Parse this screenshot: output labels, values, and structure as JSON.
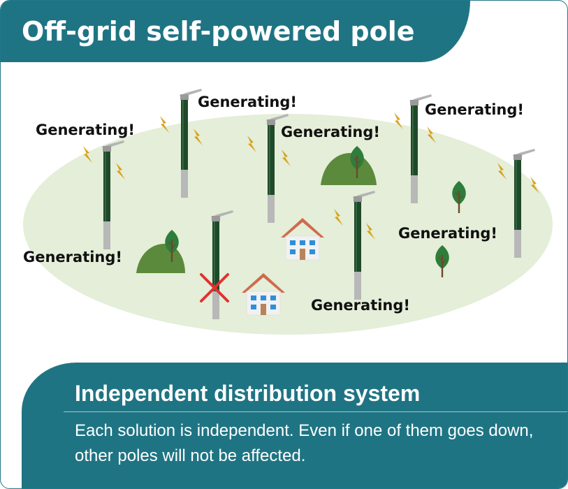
{
  "header": {
    "title": "Off-grid self-powered pole"
  },
  "scene": {
    "generating_label": "Generating!"
  },
  "footer": {
    "heading": "Independent distribution system",
    "description": "Each solution is independent. Even if one of them goes down, other poles will not be affected."
  },
  "colors": {
    "teal": "#1f7483",
    "field": "#e4eed8",
    "pole_green": "#1f4a2a",
    "bolt": "#d9a21b",
    "x_mark": "#e03232",
    "tree": "#2e7d3a",
    "hill": "#5c8a3c"
  },
  "icons": [
    "wind-turbine-pole-icon",
    "lightning-bolt-icon",
    "house-icon",
    "tree-icon",
    "hill-icon",
    "failure-x-icon"
  ]
}
